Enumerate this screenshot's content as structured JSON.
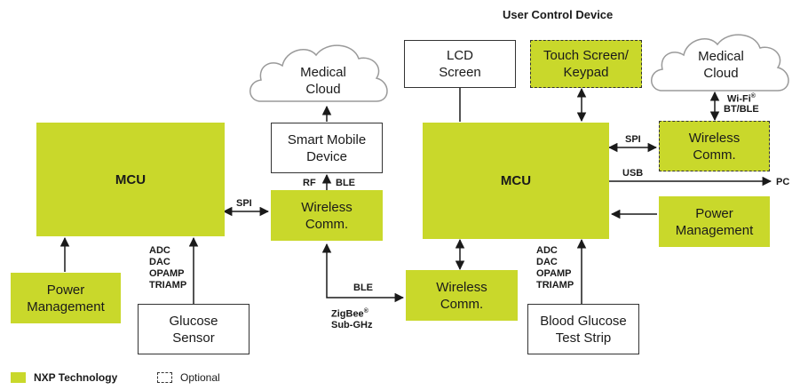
{
  "title": "User Control Device",
  "colors": {
    "nxp": "#c9d82b",
    "line": "#1a1a1a",
    "cloud_stroke": "#9a9a9a"
  },
  "left": {
    "mcu": "MCU",
    "power": "Power\nManagement",
    "glucose_sensor": "Glucose\nSensor",
    "wireless": "Wireless\nComm.",
    "smart_mobile": "Smart Mobile\nDevice",
    "cloud": "Medical\nCloud",
    "spi": "SPI",
    "rf": "RF",
    "ble": "BLE",
    "analog": "ADC\nDAC\nOPAMP\nTRIAMP"
  },
  "middle": {
    "wireless": "Wireless\nComm.",
    "ble": "BLE",
    "zigbee": "ZigBee",
    "zigbee_mark": "®",
    "subghz": "Sub-GHz"
  },
  "right": {
    "mcu": "MCU",
    "lcd": "LCD\nScreen",
    "touch": "Touch Screen/\nKeypad",
    "wireless": "Wireless\nComm.",
    "cloud": "Medical\nCloud",
    "power": "Power\nManagement",
    "strip": "Blood Glucose\nTest Strip",
    "spi": "SPI",
    "usb": "USB",
    "pc": "PC",
    "wifi": "Wi-Fi",
    "wifi_mark": "®",
    "btble": "BT/BLE",
    "analog": "ADC\nDAC\nOPAMP\nTRIAMP"
  },
  "legend": {
    "nxp": "NXP Technology",
    "optional": "Optional"
  }
}
